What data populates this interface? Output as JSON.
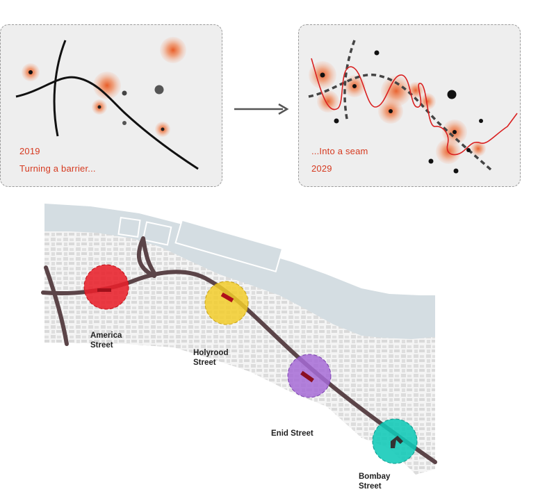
{
  "before": {
    "year": "2019",
    "caption": "Turning a barrier..."
  },
  "after": {
    "caption": "...Into a seam",
    "year": "2029"
  },
  "stations": [
    {
      "name_line1": "America",
      "name_line2": "Street",
      "color": "#e8202a"
    },
    {
      "name_line1": "Holyrood",
      "name_line2": "Street",
      "color": "#f2cc2a"
    },
    {
      "name_line1": "Enid Street",
      "name_line2": "",
      "color": "#a66bd6"
    },
    {
      "name_line1": "Bombay",
      "name_line2": "Street",
      "color": "#10c9b7"
    }
  ],
  "colors": {
    "panel_bg": "#eeeeee",
    "caption": "#d6391f",
    "river": "#d4dde2",
    "rail": "#5b4448"
  }
}
